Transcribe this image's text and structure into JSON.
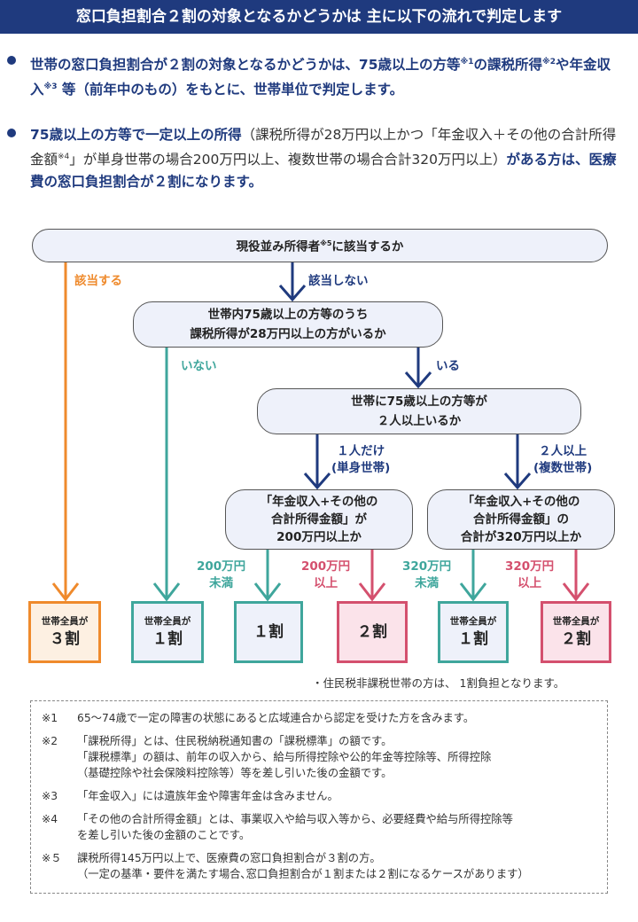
{
  "header": {
    "title": "窓口負担割合２割の対象となるかどうかは 主に以下の流れで判定します"
  },
  "bullets": [
    {
      "t1": "世帯の窓口負担割合が２割の対象となるかどうかは、75歳以上の方等",
      "s1": "※1",
      "t2": "の課税所得",
      "s2": "※2",
      "t3": "や年金収入",
      "s3": "※3",
      "t4": " 等（前年中のもの）をもとに、世帯単位で判定します。"
    },
    {
      "t1": "75歳以上の方等で一定以上の所得",
      "p1": "（課税所得が28万円以上かつ「年金収入＋その他の合計所得金額",
      "ps": "※4",
      "p2": "」が単身世帯の場合200万円以上、複数世帯の場合合計320万円以上）",
      "t2": "がある方は、医療費の窓口負担割合が２割になります。"
    }
  ],
  "flow": {
    "q1": {
      "text": "現役並み所得者",
      "sup": "※5",
      "text2": "に該当するか"
    },
    "q1_yes": "該当する",
    "q1_no": "該当しない",
    "q2": {
      "line1": "世帯内75歳以上の方等のうち",
      "line2": "課税所得が28万円以上の方がいるか"
    },
    "q2_no": "いない",
    "q2_yes": "いる",
    "q3": {
      "line1": "世帯に75歳以上の方等が",
      "line2": "２人以上いるか"
    },
    "q3_single": {
      "line1": "１人だけ",
      "line2": "(単身世帯)"
    },
    "q3_multi": {
      "line1": "２人以上",
      "line2": "(複数世帯)"
    },
    "q4a": {
      "line1": "「年金収入+その他の",
      "line2": "合計所得金額」が",
      "line3": "200万円以上か"
    },
    "q4b": {
      "line1": "「年金収入+その他の",
      "line2": "合計所得金額」の",
      "line3": "合計が320万円以上か"
    },
    "q4a_no": {
      "line1": "200万円",
      "line2": "未満"
    },
    "q4a_yes": {
      "line1": "200万円",
      "line2": "以上"
    },
    "q4b_no": {
      "line1": "320万円",
      "line2": "未満"
    },
    "q4b_yes": {
      "line1": "320万円",
      "line2": "以上"
    }
  },
  "results": [
    {
      "small": "世帯全員が",
      "big": "３割",
      "color": "#ef8a2c",
      "bg": "#fdf0e2"
    },
    {
      "small": "世帯全員が",
      "big": "１割",
      "color": "#3fa69c",
      "bg": "#eef1fa"
    },
    {
      "small": "",
      "big": "１割",
      "color": "#3fa69c",
      "bg": "#eef1fa"
    },
    {
      "small": "",
      "big": "２割",
      "color": "#d4506e",
      "bg": "#fbe3ea"
    },
    {
      "small": "世帯全員が",
      "big": "１割",
      "color": "#3fa69c",
      "bg": "#eef1fa"
    },
    {
      "small": "世帯全員が",
      "big": "２割",
      "color": "#d4506e",
      "bg": "#fbe3ea"
    }
  ],
  "note": "・住民税非課税世帯の方は、 1割負担となります。",
  "footnotes": [
    {
      "mark": "※1",
      "lines": [
        "65～74歳で一定の障害の状態にあると広域連合から認定を受けた方を含みます。"
      ]
    },
    {
      "mark": "※2",
      "lines": [
        "「課税所得」とは、住民税納税通知書の「課税標準」の額です。",
        "「課税標準」の額は、前年の収入から、給与所得控除や公的年金等控除等、所得控除",
        "（基礎控除や社会保険料控除等）等を差し引いた後の金額です。"
      ]
    },
    {
      "mark": "※3",
      "lines": [
        "「年金収入」には遺族年金や障害年金は含みません。"
      ]
    },
    {
      "mark": "※4",
      "lines": [
        "「その他の合計所得金額」とは、事業収入や給与収入等から、必要経費や給与所得控除等",
        "を差し引いた後の金額のことです。"
      ]
    },
    {
      "mark": "※５",
      "lines": [
        "課税所得145万円以上で、医療費の窓口負担割合が３割の方。",
        "（一定の基準・要件を満たす場合､窓口負担割合が１割または２割になるケースがあります）"
      ]
    }
  ]
}
